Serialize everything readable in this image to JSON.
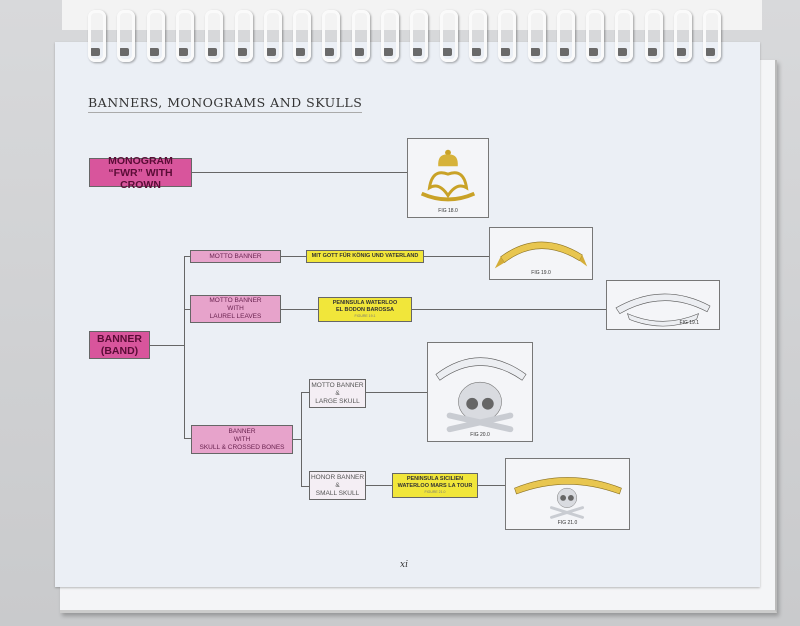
{
  "title": "BANNERS, MONOGRAMS AND SKULLS",
  "nodes": {
    "monogram": "MONOGRAM “FWR” WITH CROWN",
    "banner": "BANNER (BAND)",
    "motto_banner": "MOTTO BANNER",
    "motto_laurel": [
      "MOTTO BANNER",
      "WITH",
      "LAUREL LEAVES"
    ],
    "skull_banner": [
      "BANNER",
      "WITH",
      "SKULL & CROSSED BONES"
    ],
    "motto_large_skull": [
      "MOTTO BANNER",
      "&",
      "LARGE SKULL"
    ],
    "honor_small_skull": [
      "HONOR BANNER",
      "&",
      "SMALL SKULL"
    ]
  },
  "mottos": {
    "m1": "MIT GOTT FÜR KÖNIG UND VATERLAND",
    "m2": [
      "PENINSULA WATERLOO",
      "EL BODON BAROSSA"
    ],
    "m2_fig": "FIGURE 19.1",
    "m3": [
      "PENINSULA SICILIEN",
      "WATERLOO MARS LA TOUR"
    ],
    "m3_fig": "FIGURE 21.0"
  },
  "figures": {
    "f18": "FIG 18.0",
    "f19": "FIG 19.0",
    "f191": "FIG 19.1",
    "f20": "FIG 20.0",
    "f21": "FIG 21.0"
  },
  "page_number": "xi"
}
